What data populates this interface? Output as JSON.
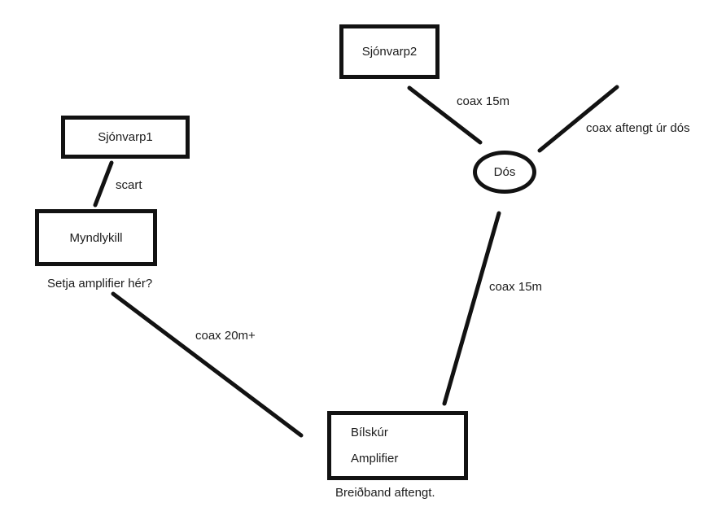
{
  "diagram": {
    "nodes": {
      "sjonvarp2": "Sjónvarp2",
      "sjonvarp1": "Sjónvarp1",
      "myndlykill": "Myndlykill",
      "dos": "Dós",
      "bilskur_line1": "Bílskúr",
      "bilskur_line2": "Amplifier"
    },
    "edge_labels": {
      "coax15_top": "coax 15m",
      "coax_aftengt": "coax aftengt úr dós",
      "coax15_bottom": "coax 15m",
      "scart": "scart",
      "coax20": "coax 20m+"
    },
    "annotations": {
      "amplifier_question": "Setja amplifier hér?",
      "breidband": "Breiðband aftengt."
    },
    "colors": {
      "ink": "#121212",
      "text": "#1c1c1c",
      "background": "#ffffff"
    }
  }
}
